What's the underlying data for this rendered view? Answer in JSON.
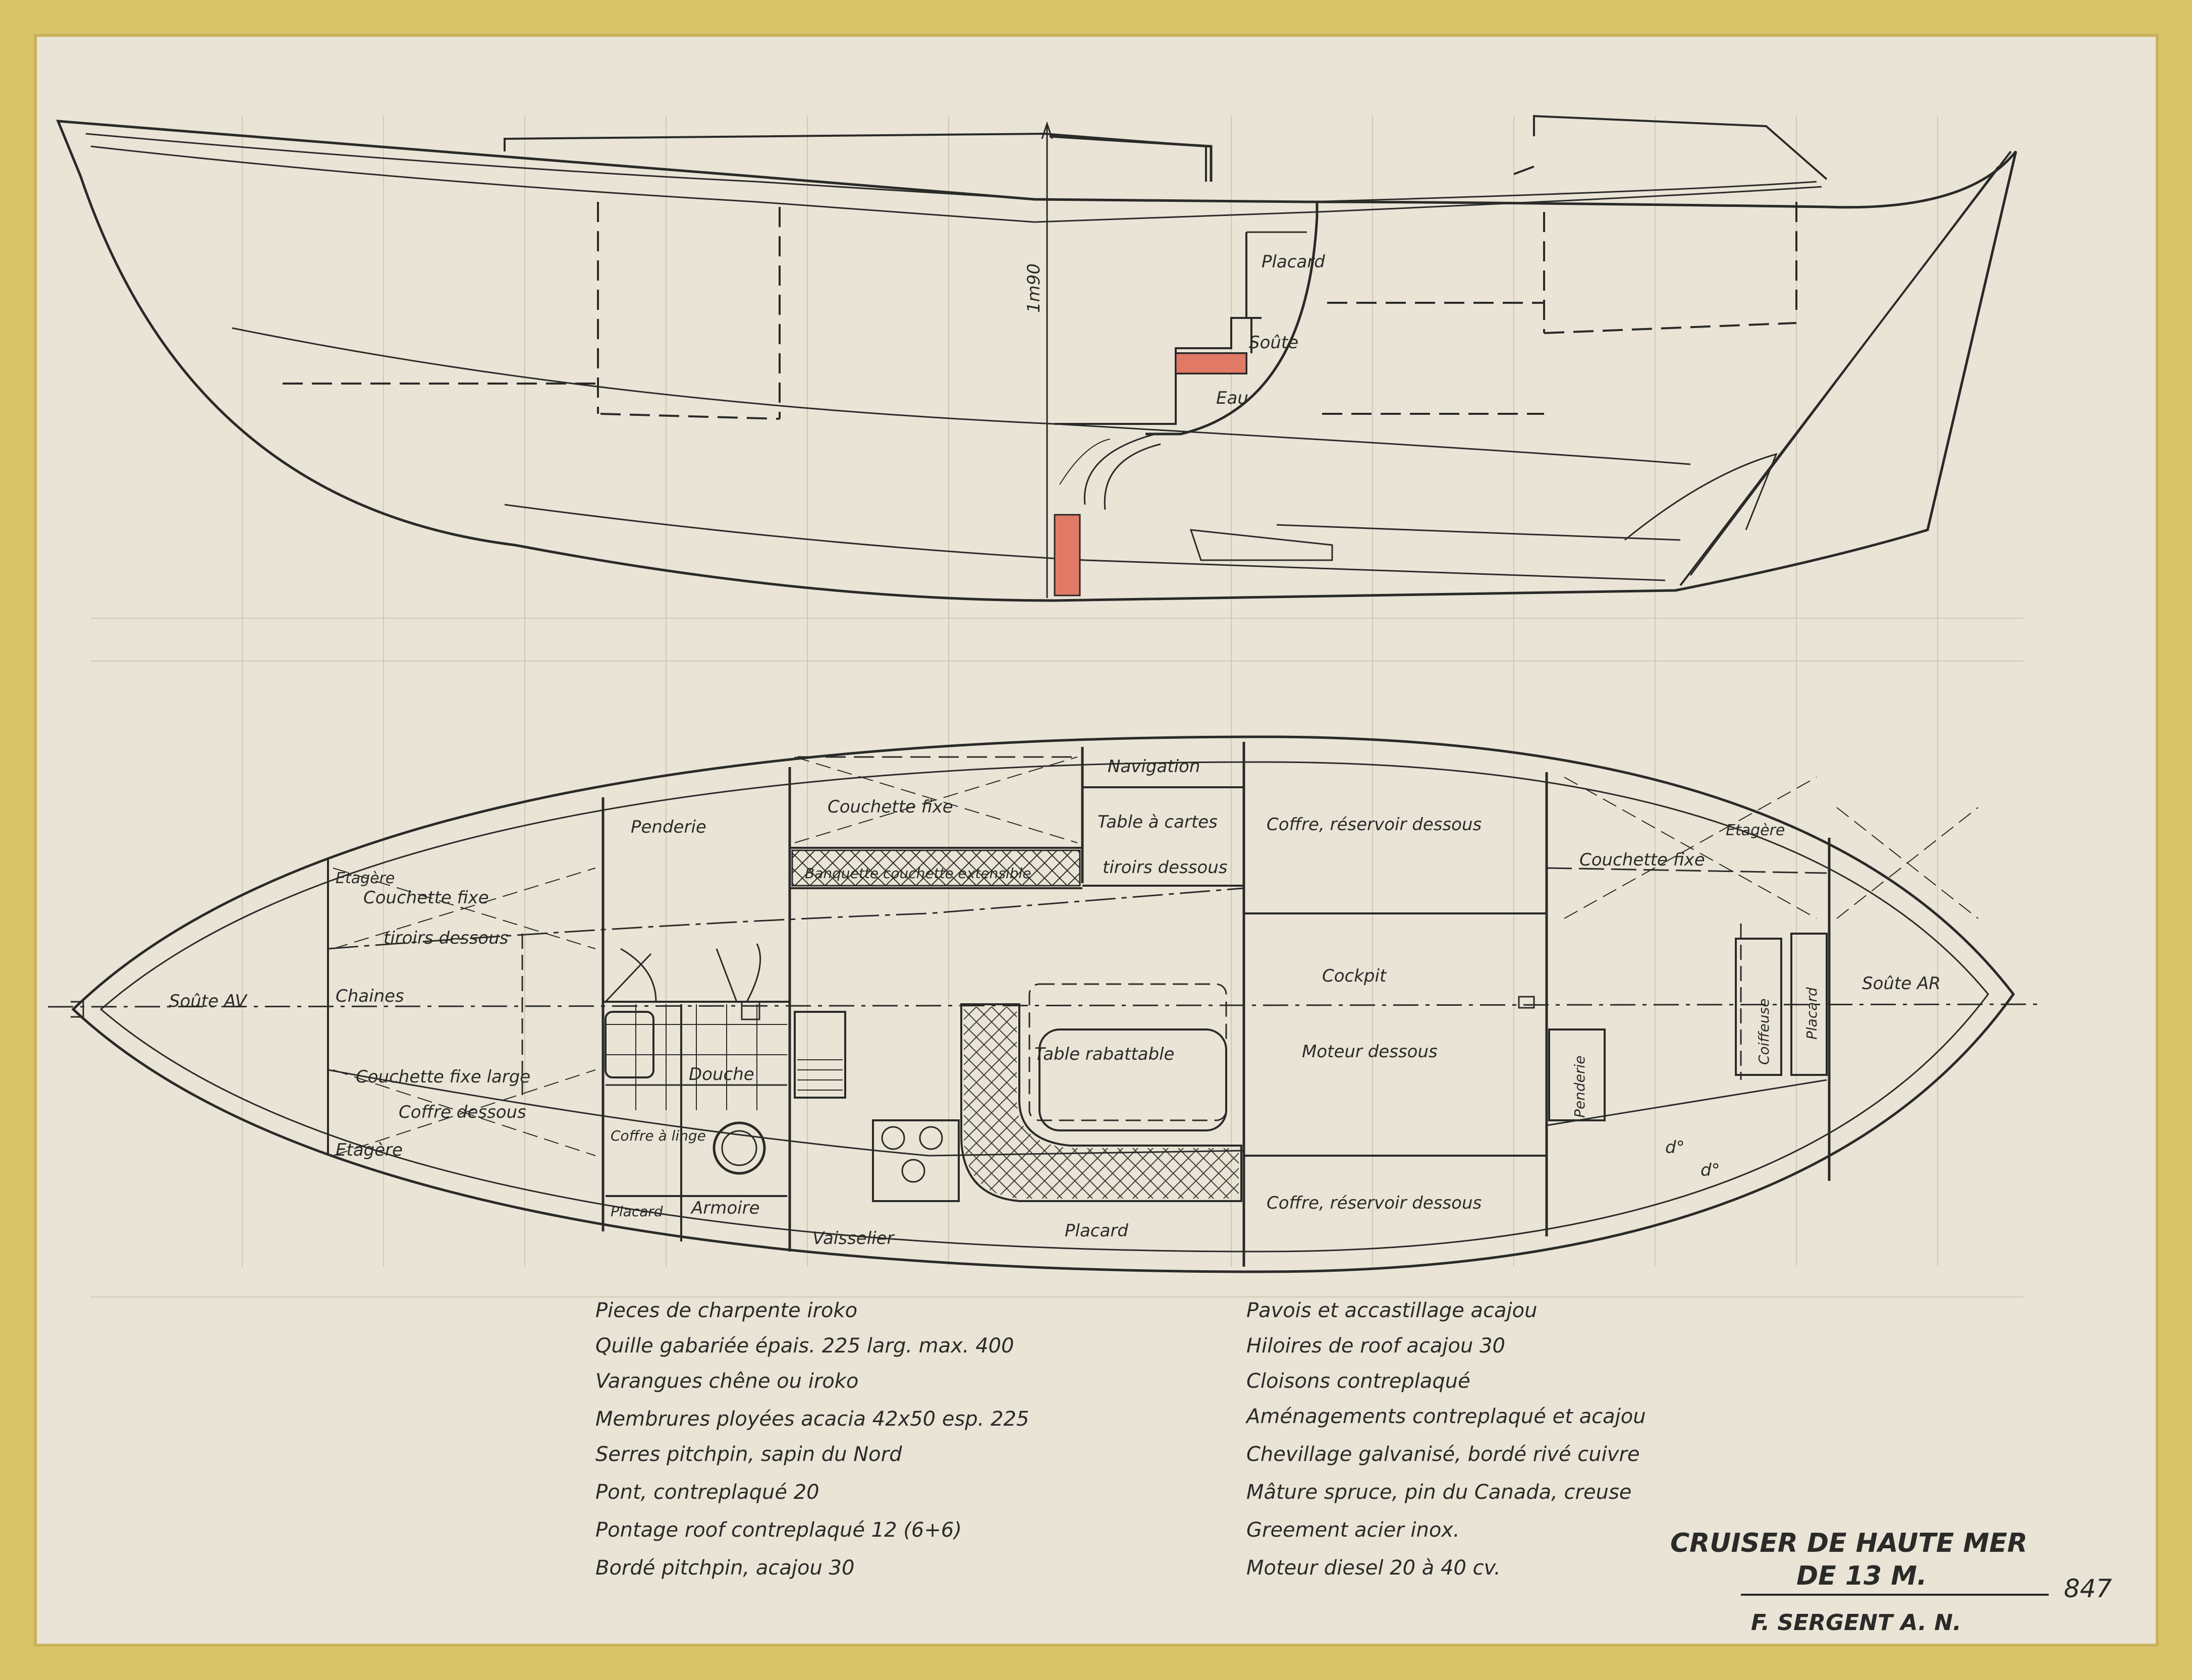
{
  "colors": {
    "paper": "#e9e4d6",
    "border": "#d9c46a",
    "ink": "#2a2a28",
    "red_fill": "#e07a66"
  },
  "profile": {
    "height_mark": "1m90",
    "labels": {
      "placard": "Placard",
      "soute": "Soûte",
      "eau": "Eau"
    }
  },
  "plan": {
    "labels": {
      "navigation": "Navigation",
      "table_cartes": "Table à cartes",
      "tiroirs_dessous_1": "tiroirs dessous",
      "couchette_fixe_top": "Couchette fixe",
      "banquette": "Banquette couchette extensible",
      "penderie_fwd": "Penderie",
      "etagere_fwd_top": "Etagère",
      "couchette_fixe_fwd": "Couchette fixe",
      "tiroirs_dessous_2": "tiroirs dessous",
      "soute_av": "Soûte AV",
      "chaines": "Chaines",
      "couchette_large": "Couchette fixe large",
      "coffre_dessous": "Coffre dessous",
      "etagere_fwd_bot": "Etagère",
      "douche": "Douche",
      "coffre_linge": "Coffre à linge",
      "placard_fwd": "Placard",
      "armoire": "Armoire",
      "vaisselier": "Vaisselier",
      "placard_mid": "Placard",
      "table_rabattable": "Table rabattable",
      "coffre_reservoir_top": "Coffre, réservoir dessous",
      "cockpit": "Cockpit",
      "moteur_dessous": "Moteur dessous",
      "coffre_reservoir_bot": "Coffre, réservoir dessous",
      "etagere_aft": "Etagère",
      "couchette_fixe_aft": "Couchette fixe",
      "soute_ar": "Soûte AR",
      "penderie_aft": "Penderie",
      "coiffeuse": "Coiffeuse",
      "placard_aft": "Placard",
      "ditto_1": "d°",
      "ditto_2": "d°"
    }
  },
  "notes_left": [
    "Pieces de charpente iroko",
    "Quille gabariée épais. 225 larg. max. 400",
    "Varangues chêne ou iroko",
    "Membrures ployées acacia 42x50 esp. 225",
    "Serres pitchpin, sapin du Nord",
    "Pont, contreplaqué 20",
    "Pontage roof contreplaqué 12 (6+6)",
    "Bordé pitchpin, acajou 30"
  ],
  "notes_right": [
    "Pavois et accastillage acajou",
    "Hiloires de roof acajou 30",
    "Cloisons contreplaqué",
    "Aménagements contreplaqué et acajou",
    "Chevillage galvanisé, bordé rivé cuivre",
    "Mâture spruce, pin du Canada, creuse",
    "Greement acier inox.",
    "Moteur diesel 20 à 40 cv."
  ],
  "title_block": {
    "line1": "CRUISER DE HAUTE MER",
    "line2": "DE 13 M.",
    "number": "847",
    "author": "F. SERGENT A. N."
  }
}
